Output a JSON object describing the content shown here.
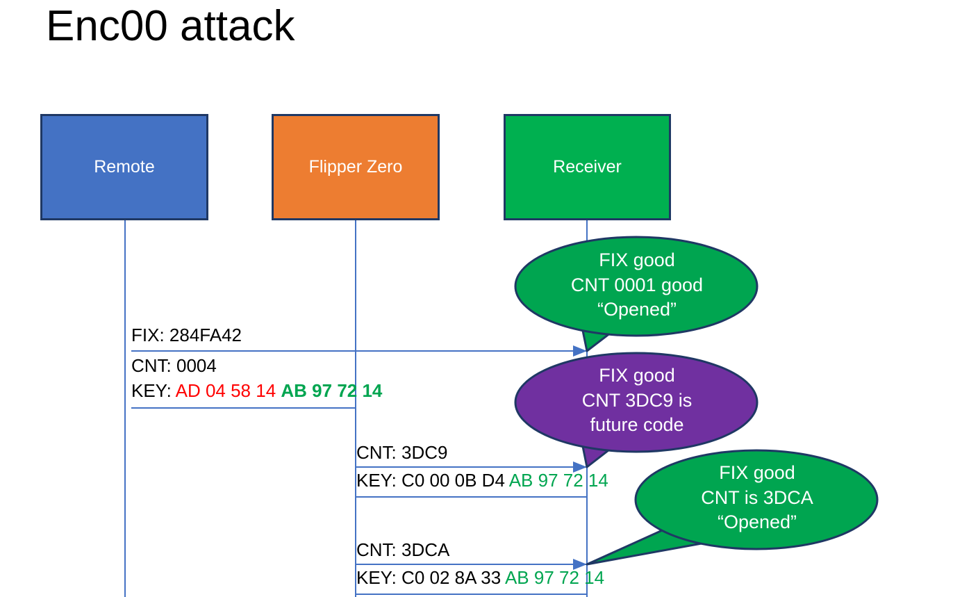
{
  "slide": {
    "title": "Enc00 attack",
    "background": "#FFFFFF"
  },
  "colors": {
    "remote_blue": "#4472C4",
    "flipper_orange": "#ED7D31",
    "receiver_green": "#00B050",
    "bubble_green": "#00A550",
    "bubble_purple": "#7030A0",
    "outline_navy": "#1F3864",
    "lifeline_blue": "#4472C4",
    "key_red": "#FF0000",
    "key_green": "#00A550"
  },
  "actors": [
    {
      "id": "remote",
      "label": "Remote",
      "fill": "#4472C4"
    },
    {
      "id": "flipper",
      "label": "Flipper Zero",
      "fill": "#ED7D31"
    },
    {
      "id": "receiver",
      "label": "Receiver",
      "fill": "#00B050"
    }
  ],
  "messages": [
    {
      "id": "m1",
      "from": "remote",
      "to": "receiver",
      "lines": [
        "FIX: 284FA42",
        "CNT: 0004",
        "KEY: AD 04 58 14 AB 97 72 14"
      ]
    },
    {
      "id": "m2",
      "from": "flipper",
      "to": "receiver",
      "lines": [
        "CNT: 3DC9",
        "KEY: C0 00 0B D4 AB 97 72 14"
      ]
    },
    {
      "id": "m3",
      "from": "flipper",
      "to": "receiver",
      "lines": [
        "CNT: 3DCA",
        "KEY: C0 02 8A 33 AB 97 72 14"
      ]
    }
  ],
  "labels": {
    "fix1": "FIX: 284FA42",
    "cnt1": "CNT: 0004",
    "key1_prefix": "KEY: ",
    "key1_red": "AD 04 58 14",
    "key1_green": "AB 97 72 14",
    "cnt2": "CNT: 3DC9",
    "key2_prefix": "KEY: C0 00 0B D4 ",
    "key2_green": "AB 97 72 14",
    "cnt3": "CNT: 3DCA",
    "key3_prefix": "KEY: C0 02 8A 33 ",
    "key3_green": "AB 97 72 14"
  },
  "callouts": [
    {
      "id": "callout-1",
      "fill": "#00A550",
      "lines": [
        "FIX good",
        "CNT 0001 good",
        "“Opened”"
      ],
      "text": "FIX good\nCNT 0001 good\n“Opened”"
    },
    {
      "id": "callout-2",
      "fill": "#7030A0",
      "lines": [
        "FIX good",
        "CNT 3DC9 is",
        "future code"
      ],
      "text": "FIX good\nCNT 3DC9 is\nfuture code"
    },
    {
      "id": "callout-3",
      "fill": "#00A550",
      "lines": [
        "FIX good",
        "CNT is 3DCA",
        "“Opened”"
      ],
      "text": "FIX good\nCNT is 3DCA\n“Opened”"
    }
  ],
  "callout_lines": {
    "c1l1": "FIX good",
    "c1l2": "CNT 0001 good",
    "c1l3": "“Opened”",
    "c2l1": "FIX good",
    "c2l2": "CNT 3DC9 is",
    "c2l3": "future code",
    "c3l1": "FIX good",
    "c3l2": "CNT is 3DCA",
    "c3l3": "“Opened”"
  }
}
